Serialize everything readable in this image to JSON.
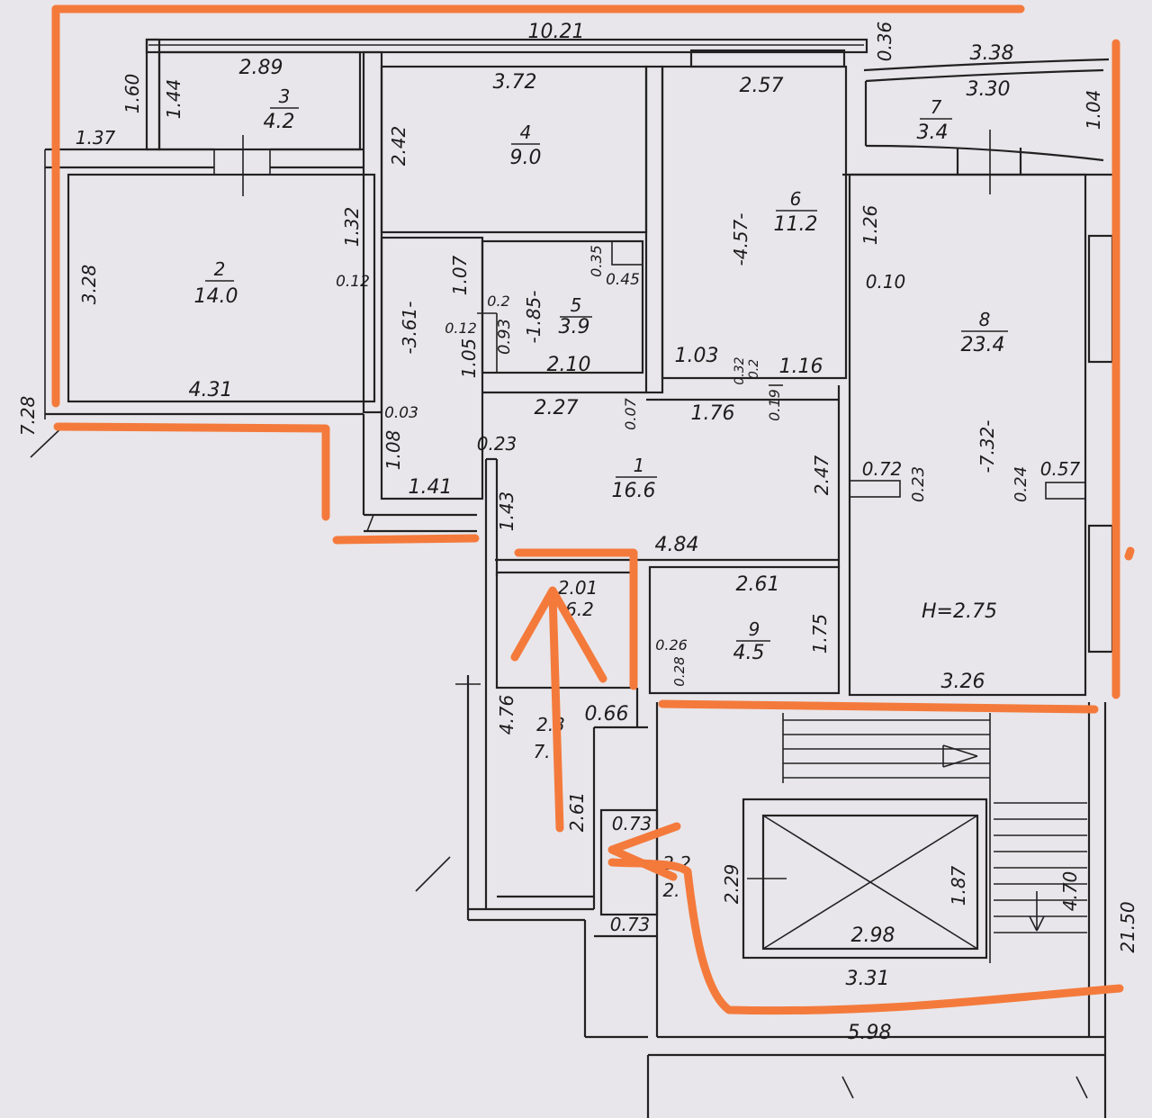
{
  "rooms": [
    {
      "no": "1",
      "area": "16.6"
    },
    {
      "no": "2",
      "area": "14.0"
    },
    {
      "no": "3",
      "area": "4.2"
    },
    {
      "no": "4",
      "area": "9.0"
    },
    {
      "no": "5",
      "area": "3.9"
    },
    {
      "no": "6",
      "area": "11.2"
    },
    {
      "no": "7",
      "area": "3.4"
    },
    {
      "no": "8",
      "area": "23.4"
    },
    {
      "no": "9",
      "area": "4.5"
    },
    {
      "no": "2.01",
      "area": "6.2"
    },
    {
      "no": "2.3",
      "area": "7."
    },
    {
      "no": "2.2",
      "area": "2."
    }
  ],
  "ceiling_height": "H=2.75",
  "dimensions": {
    "d10_21": "10.21",
    "d0_36": "0.36",
    "d3_38": "3.38",
    "d3_30": "3.30",
    "d1_04": "1.04",
    "d2_89": "2.89",
    "d1_60": "1.60",
    "d1_44": "1.44",
    "d1_37": "1.37",
    "d3_72": "3.72",
    "d2_42": "2.42",
    "d2_57": "2.57",
    "d1_32": "1.32",
    "d3_28": "3.28",
    "d0_12a": "0.12",
    "d4_31": "4.31",
    "d7_28": "7.28",
    "d1_07": "1.07",
    "d0_35": "0.35",
    "d0_45": "0.45",
    "d1_85": "-1.85-",
    "d0_2": "0.2",
    "d0_12b": "0.12",
    "d0_93": "0.93",
    "d1_05": "1.05",
    "d2_10": "2.10",
    "d3_61": "-3.61-",
    "d4_57": "-4.57-",
    "d1_26": "1.26",
    "d0_10": "0.10",
    "d1_03": "1.03",
    "d0_32": "0.32",
    "d0_2b": "0.2",
    "d1_16": "1.16",
    "d0_03": "0.03",
    "d2_27": "2.27",
    "d0_07": "0.07",
    "d1_76": "1.76",
    "d0_19": "0.19",
    "d1_08": "1.08",
    "d0_23a": "0.23",
    "d1_41": "1.41",
    "d1_43": "1.43",
    "d2_47": "2.47",
    "d0_72": "0.72",
    "d0_23b": "0.23",
    "d7_32": "-7.32-",
    "d0_24": "0.24",
    "d0_57": "0.57",
    "d4_84": "4.84",
    "d2_61a": "2.61",
    "d1_75": "1.75",
    "d0_26": "0.26",
    "d0_28": "0.28",
    "d3_26": "3.26",
    "d4_76": "4.76",
    "d0_66": "0.66",
    "d2_61b": "2.61",
    "d0_73a": "0.73",
    "d0_73b": "0.73",
    "d2_29": "2.29",
    "d1_87": "1.87",
    "d2_98": "2.98",
    "d4_70": "4.70",
    "d3_31": "3.31",
    "d21_50": "21.50",
    "d5_98": "5.98"
  },
  "colors": {
    "annotation": "#f47a3c",
    "paper": "#e8e6ea",
    "ink": "#222222"
  }
}
